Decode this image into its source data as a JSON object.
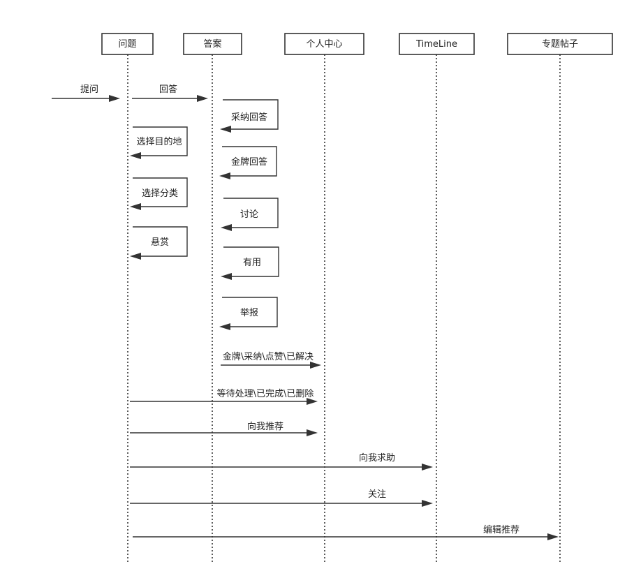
{
  "participants": [
    {
      "id": "question",
      "label": "问题"
    },
    {
      "id": "answer",
      "label": "答案"
    },
    {
      "id": "personal",
      "label": "个人中心"
    },
    {
      "id": "timeline",
      "label": "TimeLine"
    },
    {
      "id": "topic",
      "label": "专题帖子"
    }
  ],
  "messages": [
    {
      "id": "ask",
      "from": "outside",
      "to": "question",
      "label": "提问"
    },
    {
      "id": "answer",
      "from": "question",
      "to": "answer",
      "label": "回答"
    },
    {
      "id": "select-destination",
      "from": "question",
      "to": "question",
      "label": "选择目的地"
    },
    {
      "id": "select-category",
      "from": "question",
      "to": "question",
      "label": "选择分类"
    },
    {
      "id": "reward",
      "from": "question",
      "to": "question",
      "label": "悬赏"
    },
    {
      "id": "accept-answer",
      "from": "answer",
      "to": "answer",
      "label": "采纳回答"
    },
    {
      "id": "gold-answer",
      "from": "answer",
      "to": "answer",
      "label": "金牌回答"
    },
    {
      "id": "discuss",
      "from": "answer",
      "to": "answer",
      "label": "讨论"
    },
    {
      "id": "useful",
      "from": "answer",
      "to": "answer",
      "label": "有用"
    },
    {
      "id": "report",
      "from": "answer",
      "to": "answer",
      "label": "举报"
    },
    {
      "id": "answer-status",
      "from": "answer",
      "to": "personal",
      "label": "金牌\\采纳\\点赞\\已解决"
    },
    {
      "id": "question-status",
      "from": "question",
      "to": "personal",
      "label": "等待处理\\已完成\\已删除"
    },
    {
      "id": "recommend-to-me",
      "from": "question",
      "to": "personal",
      "label": "向我推荐"
    },
    {
      "id": "ask-me-help",
      "from": "question",
      "to": "timeline",
      "label": "向我求助"
    },
    {
      "id": "follow",
      "from": "question",
      "to": "timeline",
      "label": "关注"
    },
    {
      "id": "editor-recommend",
      "from": "question",
      "to": "topic",
      "label": "编辑推荐"
    }
  ]
}
